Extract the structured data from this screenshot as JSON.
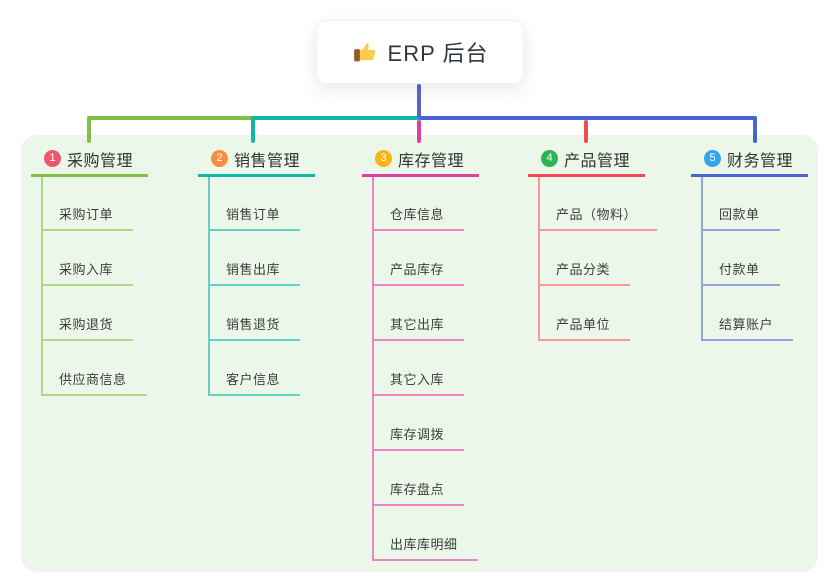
{
  "root": {
    "label": "ERP 后台",
    "icon": "thumbs-up-icon",
    "connector_color": "#5566c8"
  },
  "panel": {
    "background": "#ebf7e8"
  },
  "branches": [
    {
      "badge": "1",
      "title": "采购管理",
      "badge_color": "#ee5869",
      "line_color": "#82c043",
      "light_color": "#aed687",
      "children": [
        "采购订单",
        "采购入库",
        "采购退货",
        "供应商信息"
      ]
    },
    {
      "badge": "2",
      "title": "销售管理",
      "badge_color": "#f98d45",
      "line_color": "#11b7a5",
      "light_color": "#67cfc2",
      "children": [
        "销售订单",
        "销售出库",
        "销售退货",
        "客户信息"
      ]
    },
    {
      "badge": "3",
      "title": "库存管理",
      "badge_color": "#f7b519",
      "line_color": "#dd3f9b",
      "light_color": "#ec85c1",
      "children": [
        "仓库信息",
        "产品库存",
        "其它出库",
        "其它入库",
        "库存调拨",
        "库存盘点",
        "出库库明细"
      ]
    },
    {
      "badge": "4",
      "title": "产品管理",
      "badge_color": "#2fb454",
      "line_color": "#f34a52",
      "light_color": "#f79a97",
      "children": [
        "产品（物料）",
        "产品分类",
        "产品单位"
      ]
    },
    {
      "badge": "5",
      "title": "财务管理",
      "badge_color": "#35a4e4",
      "line_color": "#4766d2",
      "light_color": "#93a5de",
      "children": [
        "回款单",
        "付款单",
        "结算账户"
      ]
    }
  ]
}
